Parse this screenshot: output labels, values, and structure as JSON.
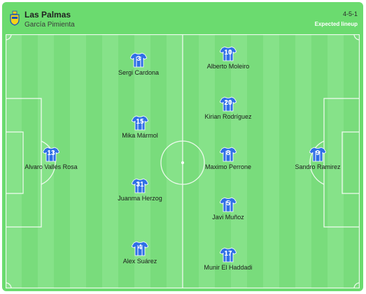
{
  "header": {
    "team_name": "Las Palmas",
    "coach": "García Pimienta",
    "formation": "4-5-1",
    "lineup_type": "Expected lineup"
  },
  "players": [
    {
      "number": "3",
      "name": "Sergi Cardona"
    },
    {
      "number": "10",
      "name": "Alberto Moleiro"
    },
    {
      "number": "20",
      "name": "Kirian Rodríguez"
    },
    {
      "number": "15",
      "name": "Mika Mármol"
    },
    {
      "number": "13",
      "name": "Alvaro Vallés Rosa"
    },
    {
      "number": "8",
      "name": "Maximo Perrone"
    },
    {
      "number": "9",
      "name": "Sandro Ramirez"
    },
    {
      "number": "31",
      "name": "Juanma Herzog"
    },
    {
      "number": "5",
      "name": "Javi Muñoz"
    },
    {
      "number": "4",
      "name": "Alex Suárez"
    },
    {
      "number": "17",
      "name": "Munir El Haddadi"
    }
  ],
  "colors": {
    "pitch_light": "#86e289",
    "pitch_dark": "#79dc7c",
    "shirt_main": "#2f6fe6",
    "shirt_trim": "#ffffff"
  }
}
